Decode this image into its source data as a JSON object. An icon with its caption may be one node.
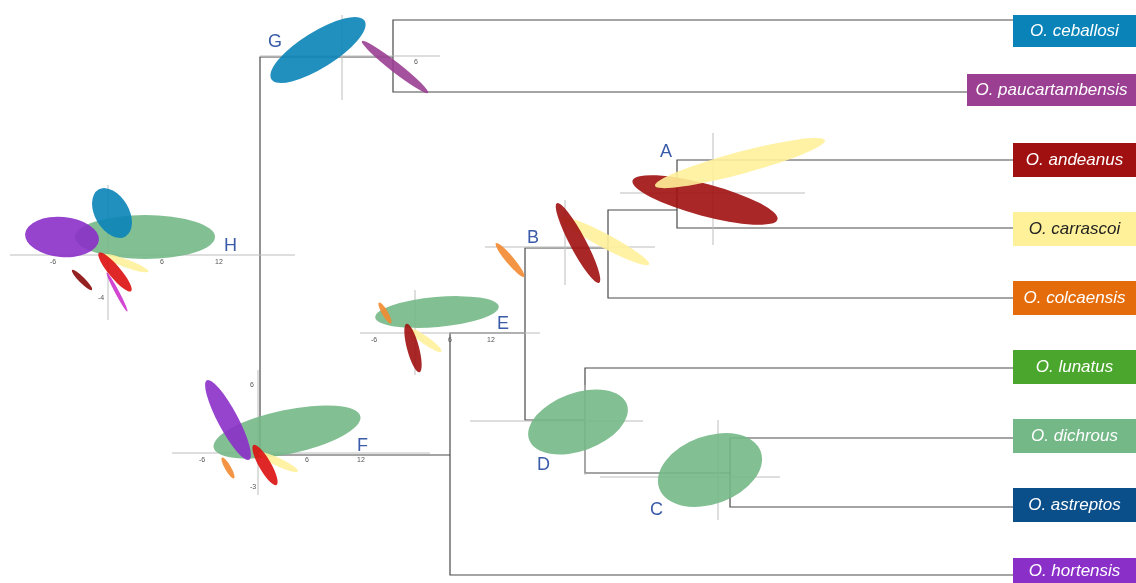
{
  "diagram": {
    "nodes": [
      {
        "text": [
          "G"
        ]
      },
      {
        "text": [
          "H"
        ]
      },
      {
        "text": [
          "A"
        ]
      },
      {
        "text": [
          "B"
        ]
      },
      {
        "text": [
          "E"
        ]
      },
      {
        "text": [
          "F"
        ]
      },
      {
        "text": [
          "D"
        ]
      },
      {
        "text": [
          "C"
        ]
      },
      {
        "text": [
          "O. ceballosi"
        ]
      },
      {
        "text": [
          "O. paucartambensis"
        ]
      },
      {
        "text": [
          "O. andeanus"
        ]
      },
      {
        "text": [
          "O. carrascoi"
        ]
      },
      {
        "text": [
          "O. colcaensis"
        ]
      },
      {
        "text": [
          "O. lunatus"
        ]
      },
      {
        "text": [
          "O. dichrous"
        ]
      },
      {
        "text": [
          "O. astreptos"
        ]
      },
      {
        "text": [
          "O. hortensis"
        ]
      }
    ],
    "edges": [
      {
        "from": 1,
        "to": 0,
        "arrow": "none"
      },
      {
        "from": 1,
        "to": 5,
        "arrow": "none"
      },
      {
        "from": 0,
        "to": 8,
        "arrow": "none"
      },
      {
        "from": 0,
        "to": 9,
        "arrow": "none"
      },
      {
        "from": 5,
        "to": 4,
        "arrow": "none"
      },
      {
        "from": 5,
        "to": 16,
        "arrow": "none"
      },
      {
        "from": 4,
        "to": 3,
        "arrow": "none"
      },
      {
        "from": 4,
        "to": 6,
        "arrow": "none"
      },
      {
        "from": 3,
        "to": 2,
        "arrow": "none"
      },
      {
        "from": 3,
        "to": 12,
        "arrow": "none"
      },
      {
        "from": 2,
        "to": 10,
        "arrow": "none"
      },
      {
        "from": 2,
        "to": 11,
        "arrow": "none"
      },
      {
        "from": 6,
        "to": 13,
        "arrow": "none"
      },
      {
        "from": 6,
        "to": 7,
        "arrow": "none"
      },
      {
        "from": 7,
        "to": 14,
        "arrow": "none"
      },
      {
        "from": 7,
        "to": 15,
        "arrow": "none"
      }
    ],
    "labels": [
      "6",
      "-6",
      "6",
      "12",
      "-4",
      "-6",
      "6",
      "12",
      "-6",
      "6",
      "12",
      "6",
      "-3"
    ]
  }
}
